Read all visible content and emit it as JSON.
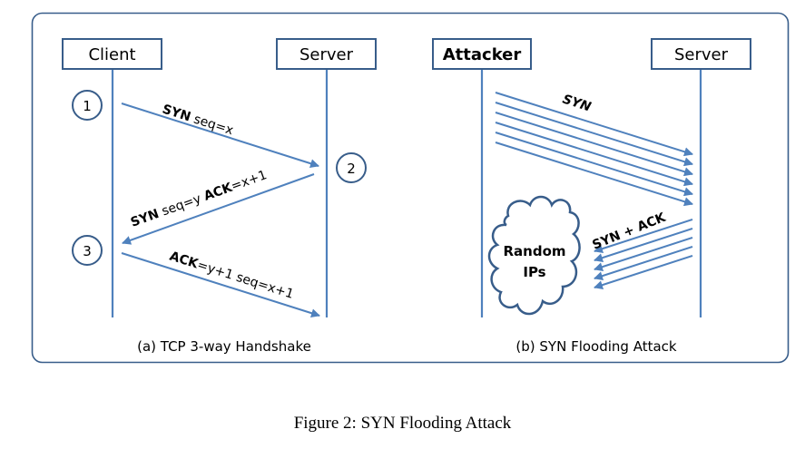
{
  "figure": {
    "caption": "Figure 2: SYN Flooding Attack",
    "colors": {
      "line": "#4f81bd",
      "border": "#385d8a",
      "text": "#000000"
    }
  },
  "panel_a": {
    "title": "(a) TCP 3-way Handshake",
    "participants": [
      {
        "id": "client",
        "label": "Client",
        "bold": false
      },
      {
        "id": "server",
        "label": "Server",
        "bold": false
      }
    ],
    "steps": [
      {
        "number": "1"
      },
      {
        "number": "2"
      },
      {
        "number": "3"
      }
    ],
    "messages": [
      {
        "from": "client",
        "to": "server",
        "bold": "SYN",
        "text": " seq=x"
      },
      {
        "from": "server",
        "to": "client",
        "bold": "SYN",
        "text": " seq=y ",
        "bold2": "ACK",
        "text2": "=x+1"
      },
      {
        "from": "client",
        "to": "server",
        "bold": "ACK",
        "text": "=y+1 seq=x+1"
      }
    ]
  },
  "panel_b": {
    "title": "(b) SYN Flooding Attack",
    "participants": [
      {
        "id": "attacker",
        "label": "Attacker",
        "bold": true
      },
      {
        "id": "server",
        "label": "Server",
        "bold": false
      }
    ],
    "syn_label": "SYN",
    "syn_count": 6,
    "synack_label": "SYN + ACK",
    "synack_count": 5,
    "cloud_label_line1": "Random",
    "cloud_label_line2": "IPs"
  }
}
